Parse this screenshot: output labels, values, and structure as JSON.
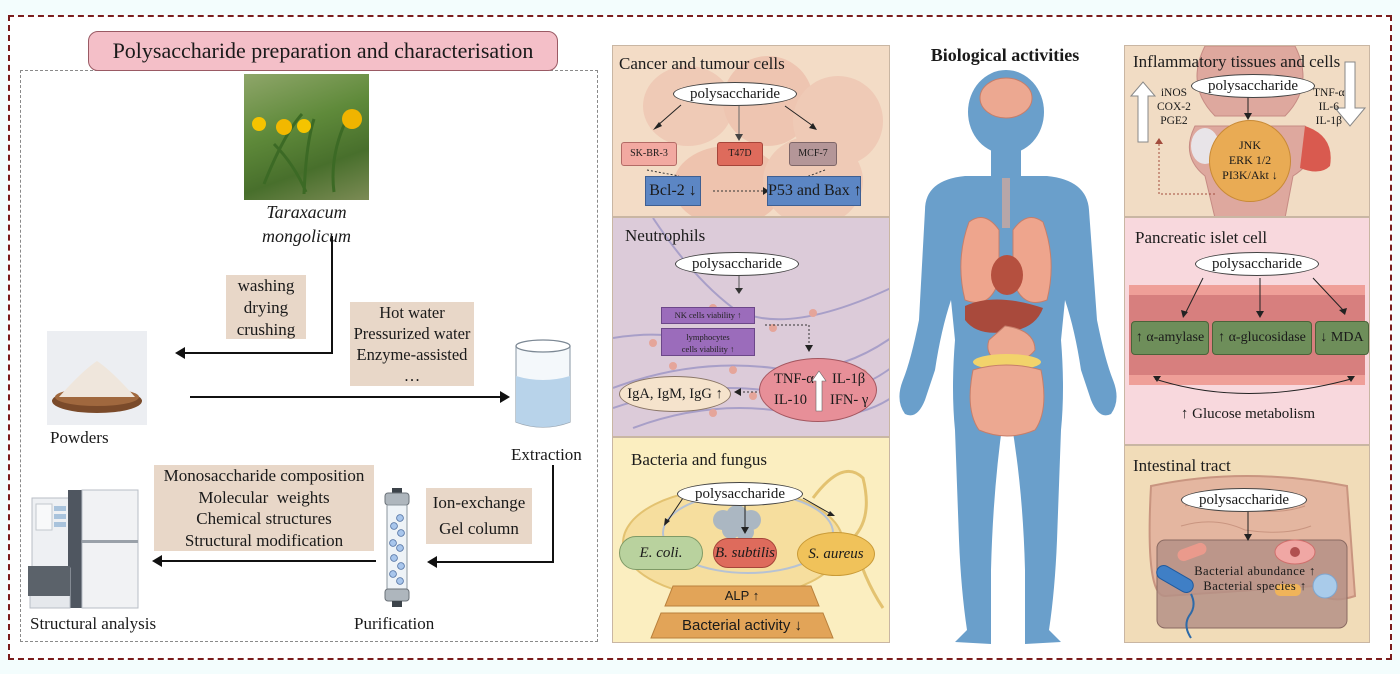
{
  "left_section": {
    "title": "Polysaccharide preparation and characterisation",
    "plant_name_line1": "Taraxacum",
    "plant_name_line2": "mongolicum",
    "pretreatment_steps": [
      "washing",
      "drying",
      "crushing"
    ],
    "extraction_methods": [
      "Hot water",
      "Pressurized water",
      "Enzyme-assisted",
      "…"
    ],
    "purification_methods": [
      "Ion-exchange",
      "Gel column"
    ],
    "analysis_items": [
      "Monosaccharide composition",
      "Molecular  weights",
      "Chemical structures",
      "Structural modification"
    ],
    "stage_labels": {
      "powders": "Powders",
      "extraction": "Extraction",
      "purification": "Purification",
      "structural_analysis": "Structural analysis"
    }
  },
  "center": {
    "title": "Biological activities"
  },
  "panels": {
    "cancer": {
      "title": "Cancer and tumour cells",
      "agent": "polysaccharide",
      "cell_lines": [
        "SK-BR-3",
        "T47D",
        "MCF-7"
      ],
      "effects": [
        "Bcl-2 ↓",
        "P53 and Bax ↑"
      ]
    },
    "neutrophils": {
      "title": "Neutrophils",
      "agent": "polysaccharide",
      "nk": "NK cells viability ↑",
      "lymph_line1": "lymphocytes",
      "lymph_line2": "cells viability ↑",
      "cytokines": [
        "TNF-α",
        "IL-1β",
        "IL-10",
        "IFN- γ"
      ],
      "immunoglobulins": "IgA, IgM, IgG ↑"
    },
    "bacteria": {
      "title": "Bacteria and fungus",
      "agent": "polysaccharide",
      "species": [
        "E. coli.",
        "B. subtilis",
        "S. aureus"
      ],
      "effects": [
        "ALP ↑",
        "Bacterial activity ↓"
      ]
    },
    "inflammatory": {
      "title": "Inflammatory tissues and cells",
      "agent": "polysaccharide",
      "left_markers": [
        "iNOS",
        "COX-2",
        "PGE2"
      ],
      "right_markers": [
        "TNF-α",
        "IL-6",
        "IL-1β"
      ],
      "pathways": [
        "JNK",
        "ERK 1/2",
        "PI3K/Akt ↓"
      ]
    },
    "pancreatic": {
      "title": "Pancreatic islet cell",
      "agent": "polysaccharide",
      "enzymes": [
        "↑ α-amylase",
        "↑ α-glucosidase",
        "↓ MDA"
      ],
      "outcome": "↑ Glucose metabolism"
    },
    "intestinal": {
      "title": "Intestinal tract",
      "agent": "polysaccharide",
      "effects": [
        "Bacterial abundance ↑",
        "Bacterial species ↑"
      ]
    }
  },
  "colors": {
    "frame": "#7a1c1c",
    "title_pill": "#f4bfc8",
    "step_box": "#e8d7c8",
    "cancer_bg": "#f3dcc6",
    "neutrophil_bg": "#dccbd9",
    "bacteria_bg": "#fbeec0",
    "inflammatory_bg": "#f1dcc4",
    "pancreatic_bg": "#f8d8dd",
    "intestinal_bg": "#f1dcb8",
    "body": "#6a9fcb",
    "effect_box_blue": "#5c86c4",
    "enzyme_green": "#6e8e5a"
  }
}
